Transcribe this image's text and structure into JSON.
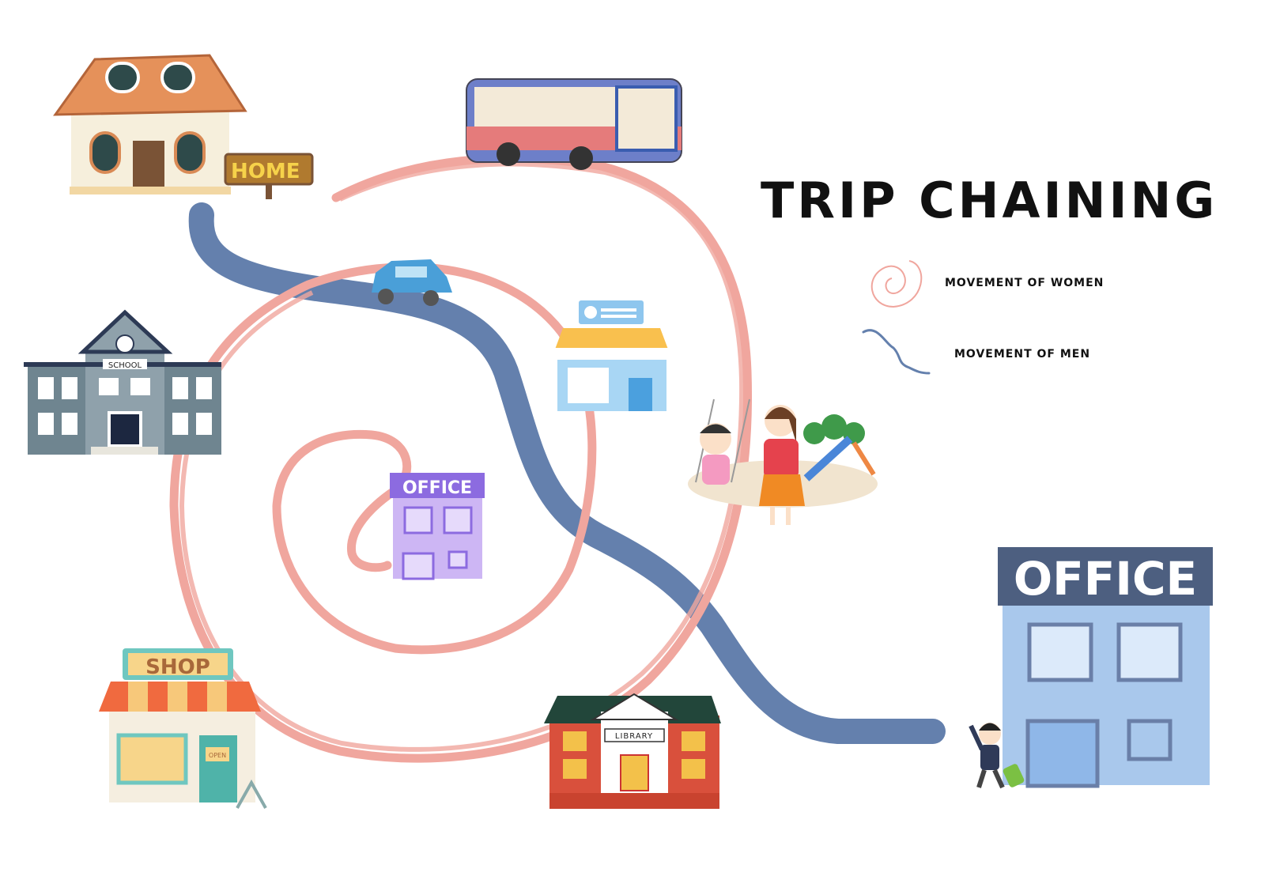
{
  "title": "TRIP CHAINING",
  "legend": {
    "women": {
      "label": "MOVEMENT OF WOMEN",
      "color": "#f0a69e"
    },
    "men": {
      "label": "MOVEMENT OF MEN",
      "color": "#6480ad"
    }
  },
  "places": {
    "home": "HOME",
    "school": "SCHOOL",
    "office_small": "OFFICE",
    "office_large": "OFFICE",
    "shop": "SHOP",
    "shop_door_sign": "OPEN",
    "library": "LIBRARY"
  }
}
